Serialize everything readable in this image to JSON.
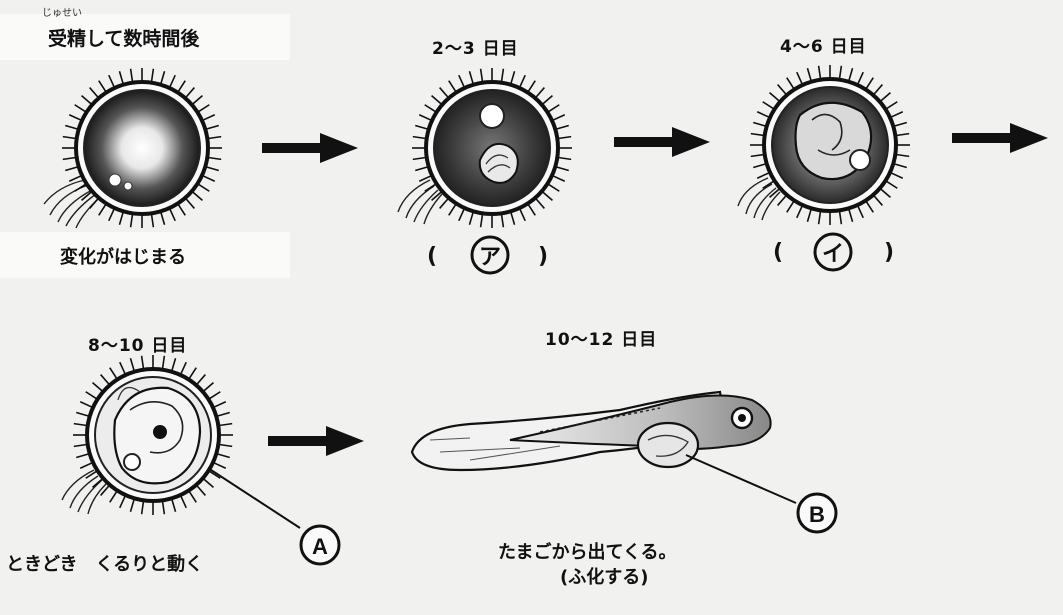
{
  "top": {
    "ruby": "じゅせい",
    "title": "受精して数時間後",
    "caption": "変化がはじまる"
  },
  "stages": {
    "s1": "2〜3 日目",
    "s2": "4〜6 日目",
    "s3": "8〜10 日目",
    "s4": "10〜12 日目"
  },
  "blanks": {
    "a_open": "(",
    "a_mark": "ア",
    "a_close": ")",
    "i_open": "(",
    "i_mark": "イ",
    "i_close": ")"
  },
  "markers": {
    "A": "A",
    "B": "B"
  },
  "bottom": {
    "left_caption": "ときどき　くるりと動く",
    "hatch_line1": "たまごから出てくる。",
    "hatch_line2": "(ふ化する)"
  }
}
